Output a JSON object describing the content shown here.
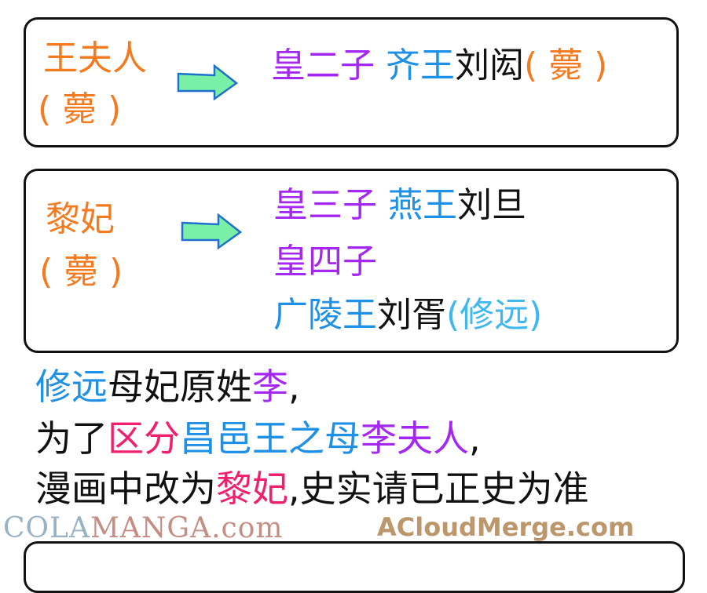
{
  "colors": {
    "orange": "#f47a20",
    "purple": "#a428f0",
    "blue": "#1e90e6",
    "black": "#111111",
    "lightblue": "#3fb8f0",
    "pink": "#f0206e"
  },
  "box1": {
    "left": [
      {
        "text": "王夫人",
        "color": "#f47a20"
      },
      {
        "text": "( 薨 )",
        "color": "#f47a20"
      }
    ],
    "right": [
      [
        {
          "text": "皇二子 ",
          "color": "#a428f0"
        },
        {
          "text": "齐王",
          "color": "#1e90e6"
        },
        {
          "text": "刘闳",
          "color": "#111111"
        },
        {
          "text": "( 薨 )",
          "color": "#f47a20"
        }
      ]
    ]
  },
  "box2": {
    "left": [
      {
        "text": "黎妃",
        "color": "#f47a20"
      },
      {
        "text": "( 薨 )",
        "color": "#f47a20"
      }
    ],
    "right": [
      [
        {
          "text": "皇三子 ",
          "color": "#a428f0"
        },
        {
          "text": "燕王",
          "color": "#1e90e6"
        },
        {
          "text": "刘旦",
          "color": "#111111"
        }
      ],
      [
        {
          "text": "皇四子",
          "color": "#a428f0"
        }
      ],
      [
        {
          "text": "广陵王",
          "color": "#1e90e6"
        },
        {
          "text": "刘胥",
          "color": "#111111"
        },
        {
          "text": "(修远)",
          "color": "#3fb8f0"
        }
      ]
    ]
  },
  "notes": [
    [
      {
        "text": "修远",
        "color": "#1e90e6"
      },
      {
        "text": "母妃原姓",
        "color": "#111111"
      },
      {
        "text": "李",
        "color": "#a428f0"
      },
      {
        "text": ",",
        "color": "#111111"
      }
    ],
    [
      {
        "text": "为了",
        "color": "#111111"
      },
      {
        "text": "区分",
        "color": "#f0206e"
      },
      {
        "text": "昌邑王之母",
        "color": "#1e90e6"
      },
      {
        "text": "李夫人",
        "color": "#a428f0"
      },
      {
        "text": ",",
        "color": "#111111"
      }
    ],
    [
      {
        "text": "漫画中改为",
        "color": "#111111"
      },
      {
        "text": "黎妃",
        "color": "#f0206e"
      },
      {
        "text": ",史实请已正史为准",
        "color": "#111111"
      }
    ]
  ],
  "watermark": {
    "line1a": "COLA",
    "line1b": "MANGA.com",
    "line2": "ACloudMerge.com"
  }
}
